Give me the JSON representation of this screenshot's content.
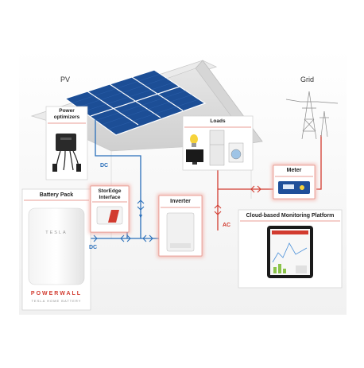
{
  "labels": {
    "pv": "PV",
    "grid": "Grid",
    "power_optimizers": [
      "Power",
      "optimizers"
    ],
    "loads": "Loads",
    "battery_pack": "Battery Pack",
    "storedge": [
      "StorEdge",
      "Interface"
    ],
    "inverter": "Inverter",
    "meter": "Meter",
    "monitoring": "Cloud-based Monitoring Platform",
    "dc_top": "DC",
    "dc_bottom": "DC",
    "ac": "AC"
  },
  "battery": {
    "logo": "TESLA",
    "brand": "POWERWALL",
    "sub": "TESLA HOME BATTERY"
  },
  "colors": {
    "dc_line": "#2a6fba",
    "ac_line": "#d23b2f",
    "highlight_glow": "#f2a9a0",
    "panel_blue": "#1e5fb0",
    "roof": "#d9d9d9"
  }
}
